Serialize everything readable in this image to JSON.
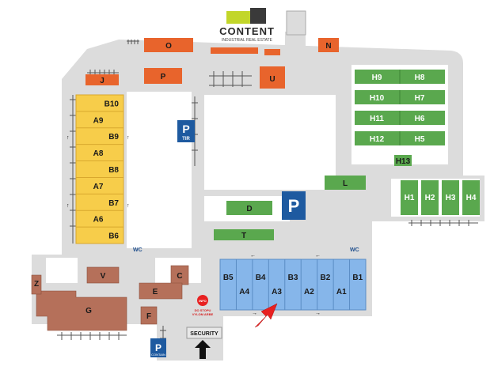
{
  "logo": {
    "name": "CONTENT",
    "tagline": "INDUSTRIAL REAL ESTATE"
  },
  "colors": {
    "road": "#dcdcdc",
    "orange": "#e8642c",
    "brick": "#b5705a",
    "yellow": "#f7cd4a",
    "green": "#5aa84e",
    "blue": "#86b6ea",
    "parking": "#1e5aa0",
    "arrow_red": "#e82020",
    "logo_green": "#c2d62a",
    "logo_dark": "#3a3a3a"
  },
  "parking_tir": {
    "p": "P",
    "tir": "TIR"
  },
  "parking_main": {
    "p": "P"
  },
  "parking_bottom": {
    "p": "P",
    "sub": "CONTAIN"
  },
  "info_sign": {
    "badge": "INFO",
    "line1": "DO STOPU",
    "line2": "VYLOM ARBE"
  },
  "security": {
    "label": "SECURITY"
  },
  "wc": [
    "WC",
    "WC"
  ],
  "buildings_orange": [
    "O",
    "P",
    "U",
    "N",
    "J"
  ],
  "buildings_brick": [
    "V",
    "C",
    "E",
    "F",
    "G",
    "Z"
  ],
  "buildings_yellow": [
    "B10",
    "A9",
    "B9",
    "A8",
    "B8",
    "A7",
    "B7",
    "A6",
    "B6"
  ],
  "buildings_green_h_rows": [
    [
      "H9",
      "H8"
    ],
    [
      "H10",
      "H7"
    ],
    [
      "H11",
      "H6"
    ],
    [
      "H12",
      "H5"
    ]
  ],
  "buildings_green_other": [
    "H13",
    "H1",
    "H2",
    "H3",
    "H4",
    "L",
    "D",
    "T"
  ],
  "buildings_blue_top": [
    "B5",
    "B4",
    "B3",
    "B2",
    "B1"
  ],
  "buildings_blue_bottom": [
    "A4",
    "A3",
    "A2",
    "A1"
  ]
}
